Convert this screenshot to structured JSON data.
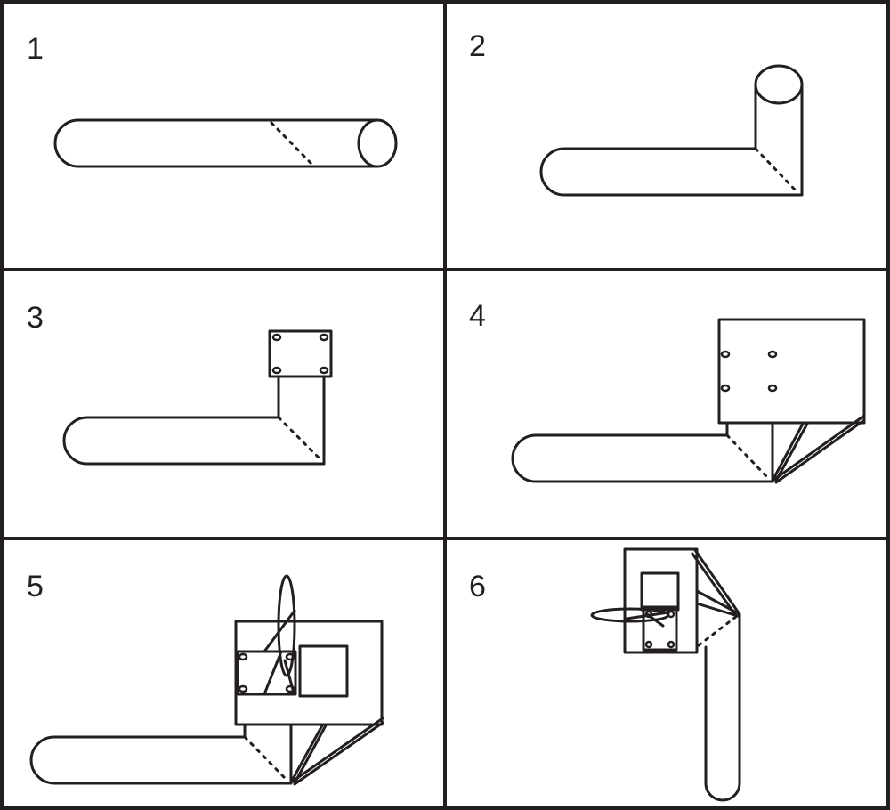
{
  "figure": {
    "panels": [
      {
        "number": "1"
      },
      {
        "number": "2"
      },
      {
        "number": "3"
      },
      {
        "number": "4"
      },
      {
        "number": "5"
      },
      {
        "number": "6"
      }
    ],
    "colors": {
      "ink": "#231f20",
      "background": "#ffffff"
    }
  }
}
